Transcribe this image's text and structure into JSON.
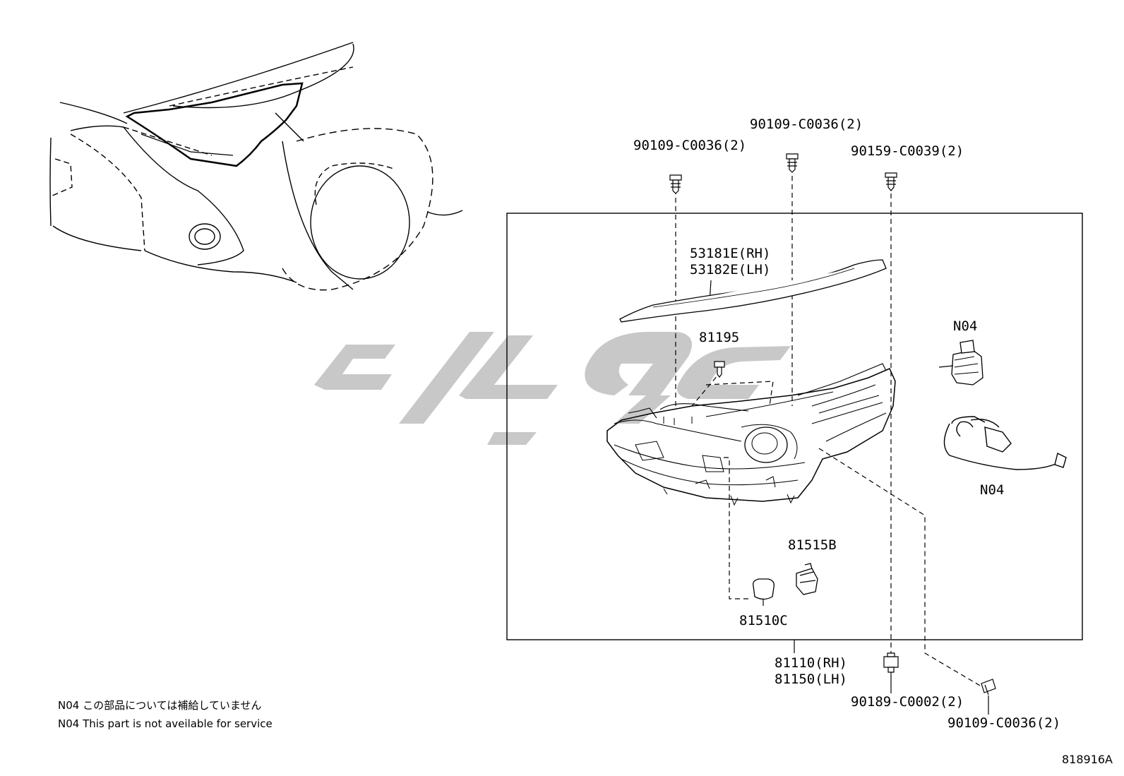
{
  "labels": {
    "bolt_top_left": "90109-C0036(2)",
    "bolt_top_center": "90109-C0036(2)",
    "screw_top_right": "90159-C0039(2)",
    "trim_rh": "53181E(RH)",
    "trim_lh": "53182E(LH)",
    "screw_81195": "81195",
    "actuator": "N04",
    "harness": "N04",
    "socket": "81515B",
    "bulb": "81510C",
    "headlamp_rh": "81110(RH)",
    "headlamp_lh": "81150(LH)",
    "nut_bottom": "90189-C0002(2)",
    "bolt_bottom_right": "90109-C0036(2)"
  },
  "notes": {
    "jp": "N04 この部品については補給していません",
    "en": "N04 This part is not aveilable for service"
  },
  "figure_code": "818916A",
  "watermark_color": "#c8c8c8"
}
